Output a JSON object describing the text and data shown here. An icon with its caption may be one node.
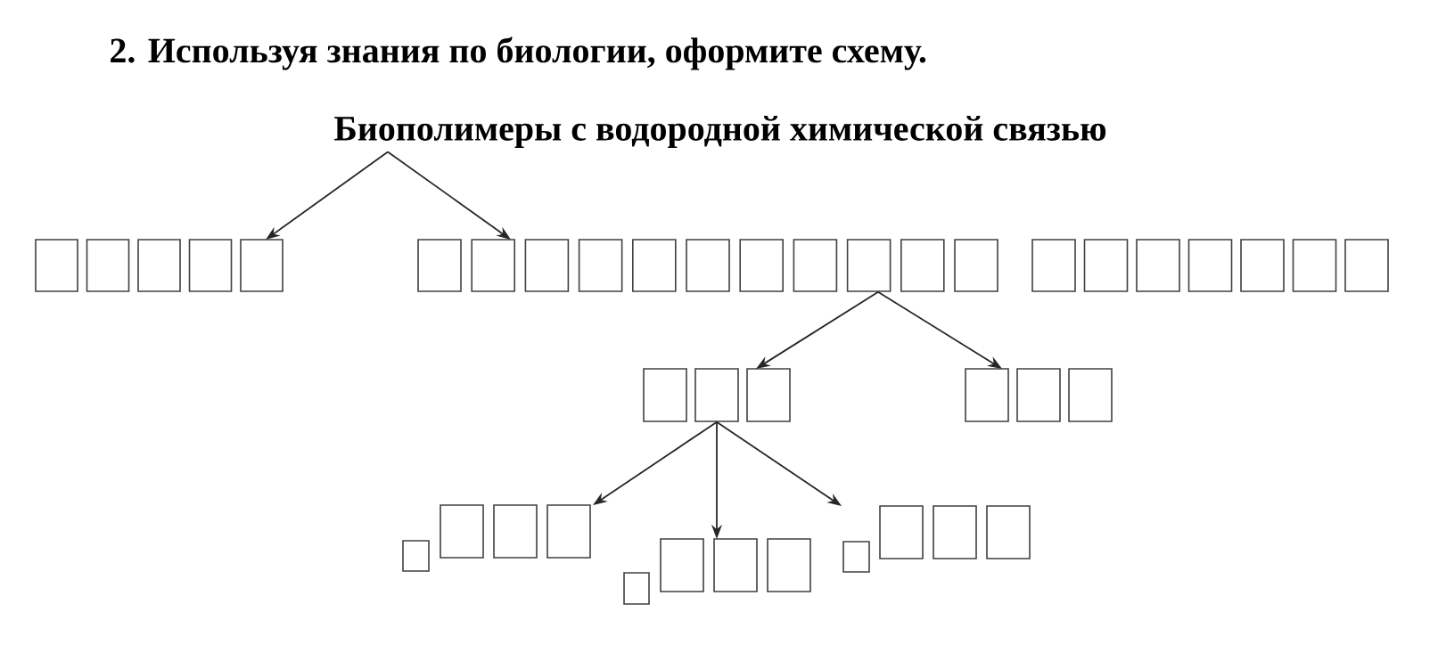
{
  "diagram": {
    "title": "2. Используя знания по биологии, оформите схему.",
    "nodes": [
      {
        "text": [
          "Биополимеры с водородной химической связью"
        ]
      },
      {
        "text": [],
        "shape": "box"
      },
      {
        "text": [],
        "shape": "box"
      },
      {
        "text": [],
        "shape": "box"
      },
      {
        "text": [],
        "shape": "box"
      },
      {
        "text": [],
        "shape": "box"
      },
      {
        "text": [],
        "shape": "box"
      },
      {
        "text": [],
        "shape": "box"
      }
    ],
    "edges": [
      {
        "from": 0,
        "to": 1,
        "arrow": "to"
      },
      {
        "from": 0,
        "to": 2,
        "arrow": "to"
      },
      {
        "from": 2,
        "to": 3,
        "arrow": "to"
      },
      {
        "from": 2,
        "to": 4,
        "arrow": "to"
      },
      {
        "from": 3,
        "to": 5,
        "arrow": "to"
      },
      {
        "from": 3,
        "to": 6,
        "arrow": "to"
      },
      {
        "from": 3,
        "to": 7,
        "arrow": "to"
      }
    ]
  }
}
